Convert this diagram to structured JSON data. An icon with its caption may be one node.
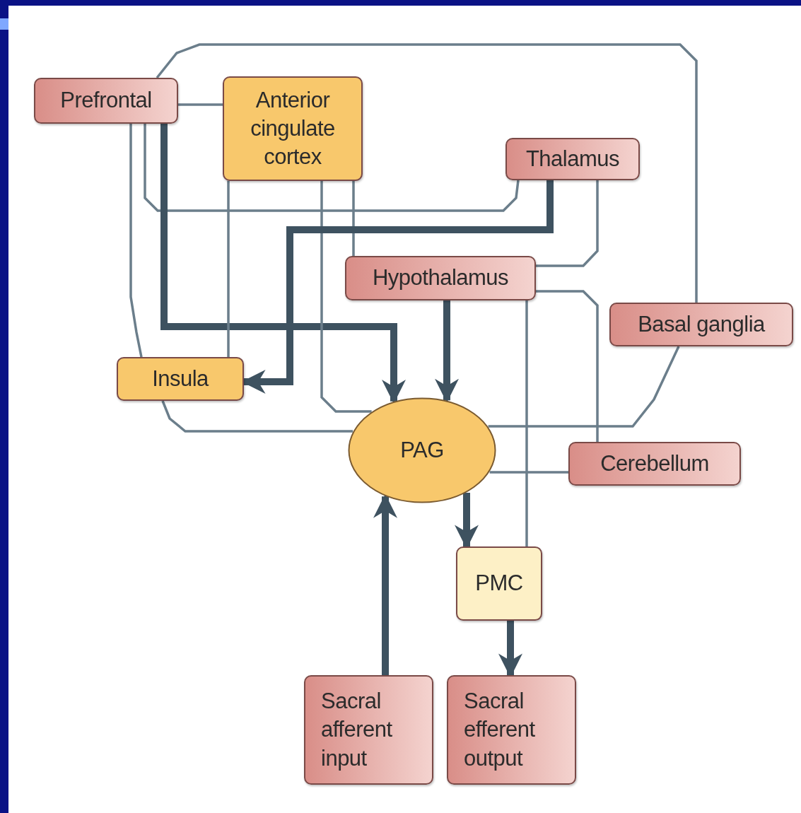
{
  "diagram": {
    "nodes": [
      {
        "text": [
          "Prefrontal"
        ]
      },
      {
        "text": [
          "Anterior cingulate cortex"
        ]
      },
      {
        "text": [
          "Thalamus"
        ]
      },
      {
        "text": [
          "Hypothalamus"
        ]
      },
      {
        "text": [
          "Basal ganglia"
        ]
      },
      {
        "text": [
          "Insula"
        ]
      },
      {
        "text": [
          "PAG"
        ]
      },
      {
        "text": [
          "Cerebellum"
        ]
      },
      {
        "text": [
          "PMC"
        ]
      },
      {
        "text": [
          "Sacral afferent input"
        ]
      },
      {
        "text": [
          "Sacral efferent output"
        ]
      }
    ],
    "edges": [
      {
        "from": 0,
        "to": 1,
        "arrow": "none"
      },
      {
        "from": 0,
        "to": 4,
        "arrow": "none"
      },
      {
        "from": 0,
        "to": 5,
        "arrow": "none"
      },
      {
        "from": 0,
        "to": 2,
        "arrow": "none"
      },
      {
        "from": 0,
        "to": 6,
        "arrow": "to",
        "style": "thick"
      },
      {
        "from": 1,
        "to": 5,
        "arrow": "none"
      },
      {
        "from": 1,
        "to": 6,
        "arrow": "none"
      },
      {
        "from": 1,
        "to": 3,
        "arrow": "none"
      },
      {
        "from": 2,
        "to": 5,
        "arrow": "to",
        "style": "thick"
      },
      {
        "from": 2,
        "to": 3,
        "arrow": "none"
      },
      {
        "from": 3,
        "to": 6,
        "arrow": "to",
        "style": "thick"
      },
      {
        "from": 3,
        "to": 8,
        "arrow": "none"
      },
      {
        "from": 3,
        "to": 7,
        "arrow": "none"
      },
      {
        "from": 5,
        "to": 6,
        "arrow": "none"
      },
      {
        "from": 4,
        "to": 6,
        "arrow": "none"
      },
      {
        "from": 6,
        "to": 7,
        "arrow": "none"
      },
      {
        "from": 6,
        "to": 8,
        "arrow": "to",
        "style": "thick"
      },
      {
        "from": 8,
        "to": 10,
        "arrow": "to",
        "style": "thick"
      },
      {
        "from": 9,
        "to": 6,
        "arrow": "to",
        "style": "thick"
      }
    ]
  }
}
